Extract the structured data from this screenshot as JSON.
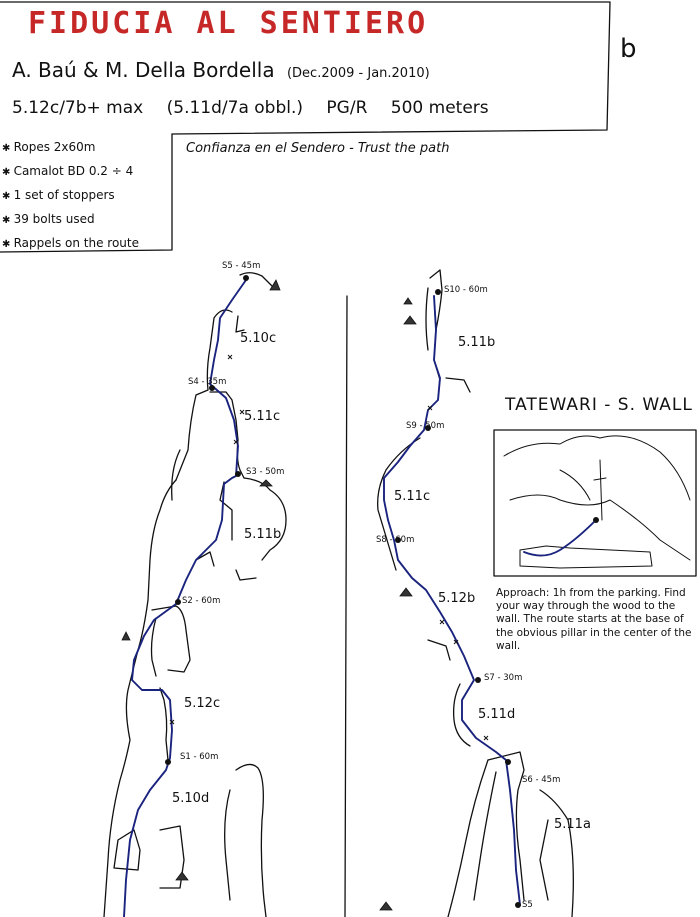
{
  "header": {
    "title": "FIDUCIA AL SENTIERO",
    "authors": "A. Baú & M. Della Bordella",
    "dates": "(Dec.2009 - Jan.2010)",
    "grade_max": "5.12c/7b+ max",
    "grade_obbl": "(5.11d/7a obbl.)",
    "protection": "PG/R",
    "length": "500 meters",
    "subtitle": "Confianza en el Sendero - Trust the path",
    "page_mark": "b"
  },
  "gear": [
    "Ropes 2x60m",
    "Camalot BD 0.2 ÷ 4",
    "1 set of stoppers",
    "39 bolts used",
    "Rappels on the route"
  ],
  "left_topo": {
    "stations": [
      "S5 - 45m",
      "S4 - 35m",
      "S3 - 50m",
      "S2 - 60m",
      "S1 - 60m"
    ],
    "pitch_grades": [
      "5.10c",
      "5.11c",
      "5.11b",
      "5.12c",
      "5.10d"
    ]
  },
  "right_topo": {
    "stations": [
      "S10 - 60m",
      "S9 - 50m",
      "S8 - 60m",
      "S7 - 30m",
      "S6 - 45m",
      "S5"
    ],
    "pitch_grades": [
      "5.11b",
      "5.11c",
      "5.12b",
      "5.11d",
      "5.11a"
    ]
  },
  "inset": {
    "title": "TATEWARI - S. WALL",
    "approach_text": "Approach: 1h from the parking. Find your way through the wood to the wall. The route starts at the base of the obvious pillar in the center of the wall."
  },
  "colors": {
    "title": "#c62828",
    "route_line": "#1a237e",
    "ink": "#111111"
  }
}
